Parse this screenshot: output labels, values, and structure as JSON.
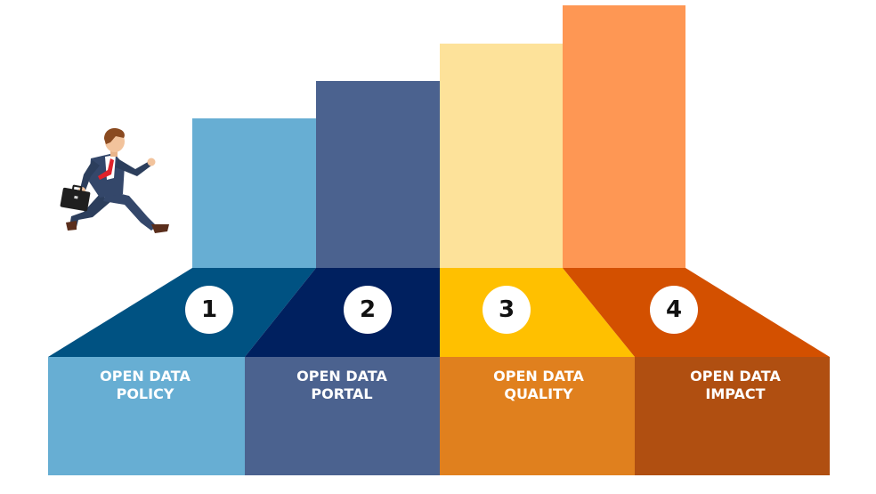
{
  "steps": [
    {
      "number": "1",
      "line1": "OPEN DATA",
      "line2": "POLICY",
      "colors": {
        "pillar": "#67AED3",
        "floor": "#005282",
        "front": "#67AED3"
      }
    },
    {
      "number": "2",
      "line1": "OPEN DATA",
      "line2": "PORTAL",
      "colors": {
        "pillar": "#4B628F",
        "floor": "#00205F",
        "front": "#4B628F"
      }
    },
    {
      "number": "3",
      "line1": "OPEN DATA",
      "line2": "QUALITY",
      "colors": {
        "pillar": "#FDE29A",
        "floor": "#FFC000",
        "front": "#E0801E"
      }
    },
    {
      "number": "4",
      "line1": "OPEN DATA",
      "line2": "IMPACT",
      "colors": {
        "pillar": "#FE9754",
        "floor": "#D35000",
        "front": "#B04F11"
      }
    }
  ],
  "figure": {
    "icon": "running-businessman-icon"
  }
}
